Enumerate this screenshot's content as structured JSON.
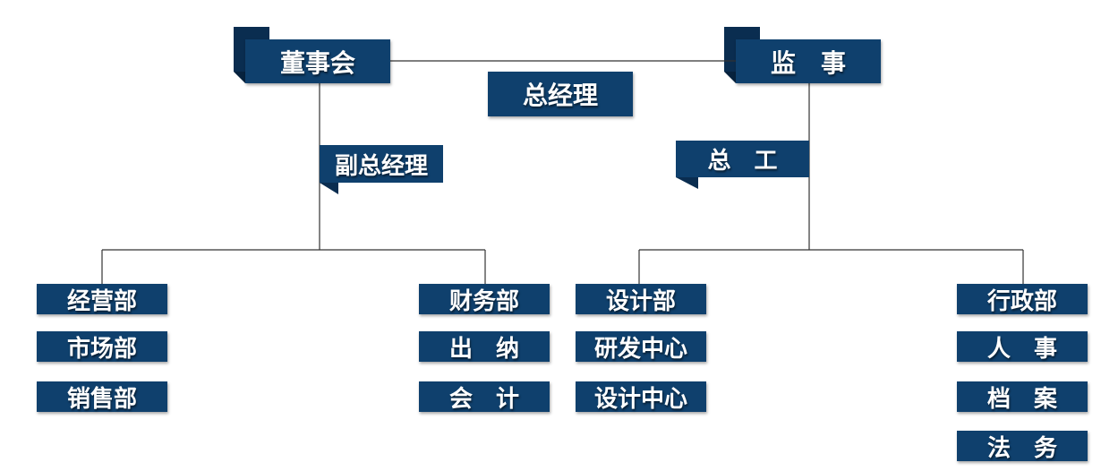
{
  "top": {
    "board": "董事会",
    "supervisor": "监　事",
    "gm": "总经理",
    "deputy_gm": "副总经理",
    "chief_engineer": "总　工"
  },
  "departments": {
    "col1": [
      "经营部",
      "市场部",
      "销售部"
    ],
    "col2": [
      "财务部",
      "出　纳",
      "会　计"
    ],
    "col3": [
      "设计部",
      "研发中心",
      "设计中心"
    ],
    "col4": [
      "行政部",
      "人　事",
      "档　案",
      "法　务"
    ]
  },
  "colors": {
    "box": "#0f406d",
    "fold": "#0a2d50",
    "line": "#333333",
    "text": "#ffffff"
  }
}
